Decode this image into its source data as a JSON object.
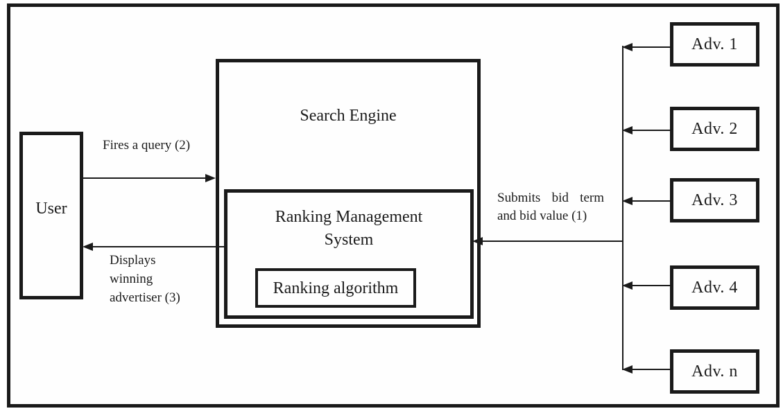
{
  "diagram": {
    "nodes": {
      "user": "User",
      "search_engine": "Search Engine",
      "rms_line1": "Ranking Management",
      "rms_line2": "System",
      "ranking_algorithm": "Ranking algorithm"
    },
    "advertisers": [
      "Adv. 1",
      "Adv. 2",
      "Adv. 3",
      "Adv. 4",
      "Adv. n"
    ],
    "edge_labels": {
      "fires_query": "Fires a query (2)",
      "displays_line1": "Displays",
      "displays_line2": "winning",
      "displays_line3": "advertiser (3)",
      "submits_line1": "Submits bid term",
      "submits_line2": "and bid value (1)"
    },
    "colors": {
      "ink": "#1a1a1a",
      "background": "#ffffff"
    }
  }
}
